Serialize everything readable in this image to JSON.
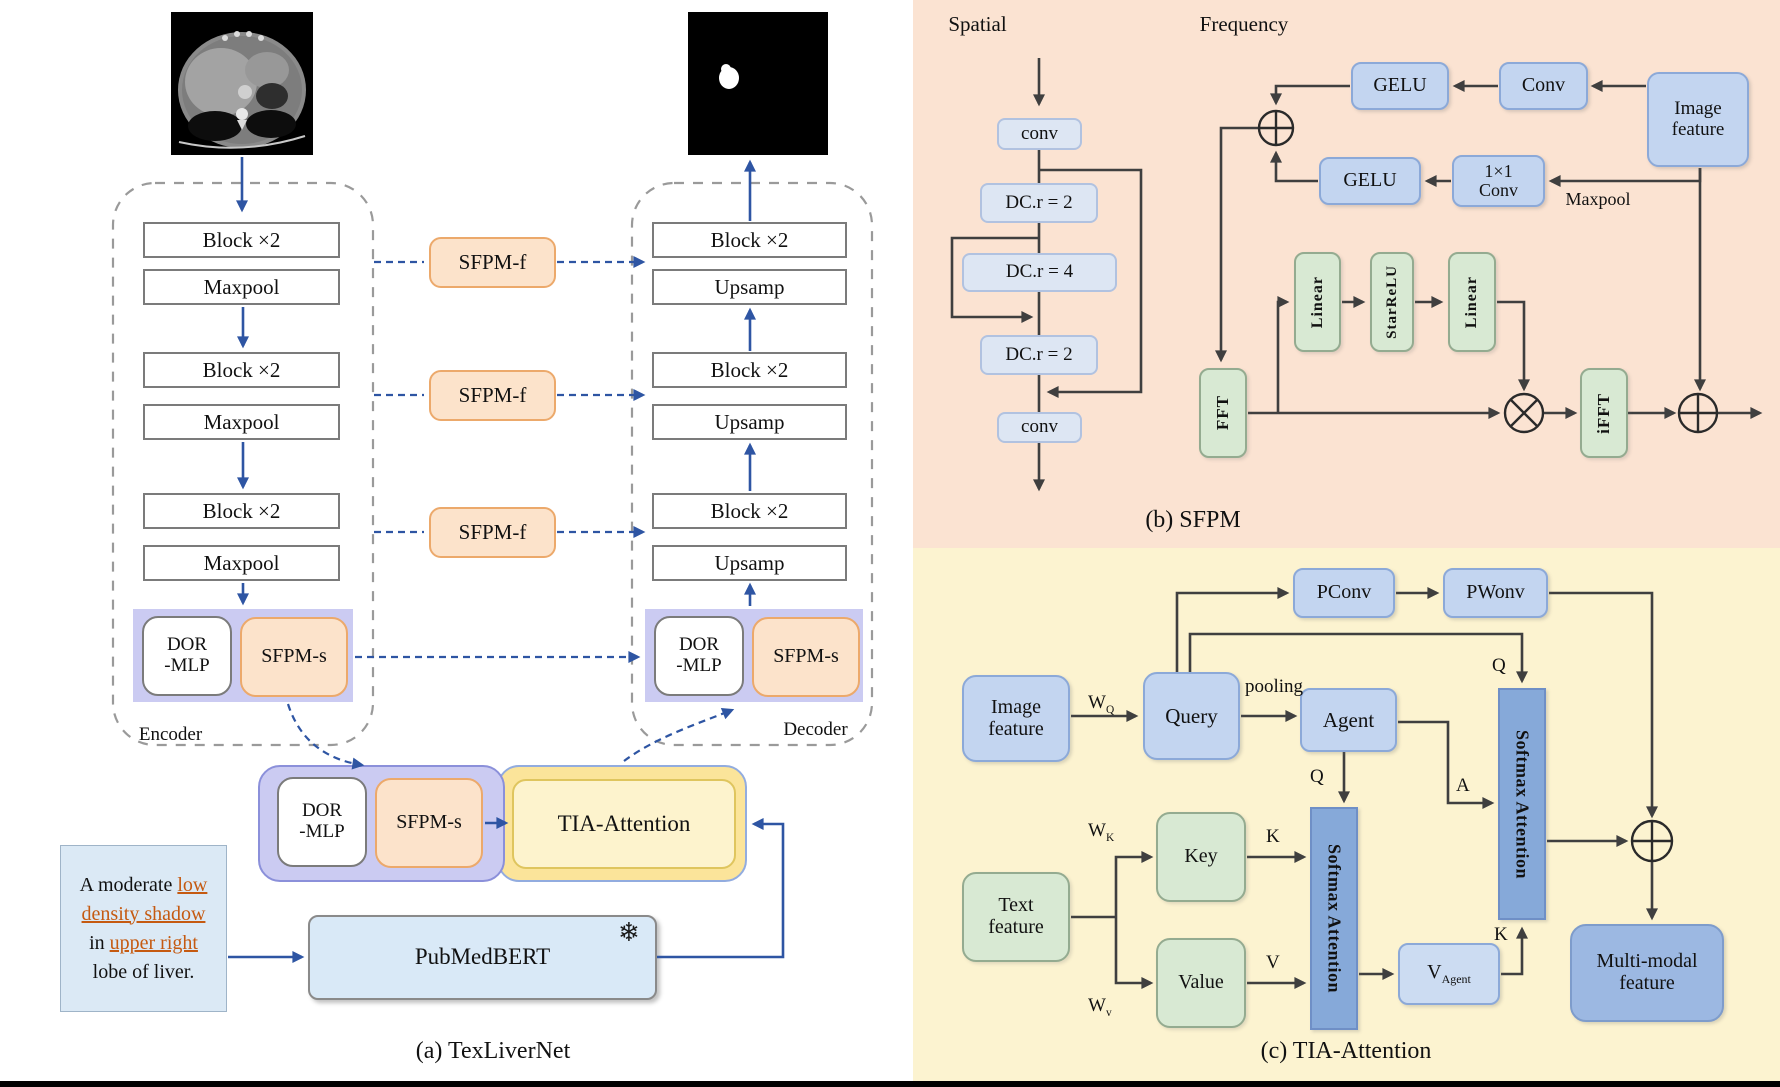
{
  "figure": {
    "caption_a": "(a) TexLiverNet",
    "caption_b": "(b) SFPM",
    "caption_c": "(c) TIA-Attention"
  },
  "colors": {
    "panel_b_bg": "#fbe3d2",
    "panel_c_bg": "#fcf3d0",
    "blue_arrow": "#2e55a3",
    "dark_line": "#3f3f3f",
    "orange_border": "#eca96b",
    "blue_box": "#c3d5f0",
    "green_box": "#d8e9d3",
    "purple_container": "#cbcbf2",
    "yellow_container": "#fbe49a"
  },
  "panel_a": {
    "encoder_label": "Encoder",
    "decoder_label": "Decoder",
    "block": "Block ×2",
    "maxpool": "Maxpool",
    "upsamp": "Upsamp",
    "sfpm_f": "SFPM-f",
    "sfpm_s": "SFPM-s",
    "dor_l1": "DOR",
    "dor_l2": "-MLP",
    "tia": "TIA-Attention",
    "pubmedbert": "PubMedBERT",
    "snowflake": "❄",
    "report_l1a": "A moderate ",
    "report_l1b": "low",
    "report_l2": "density shadow",
    "report_l3a": "in ",
    "report_l3b": "upper right",
    "report_l4": "lobe of liver."
  },
  "panel_b": {
    "spatial": "Spatial",
    "frequency": "Frequency",
    "conv_top": "conv",
    "dc_a": "DC.r = 2",
    "dc_b": "DC.r = 4",
    "dc_c": "DC.r = 2",
    "conv_bottom": "conv",
    "gelu_top": "GELU",
    "conv": "Conv",
    "image_feature_l1": "Image",
    "image_feature_l2": "feature",
    "gelu_bottom": "GELU",
    "conv1x1_l1": "1×1",
    "conv1x1_l2": "Conv",
    "maxpool": "Maxpool",
    "fft": "FFT",
    "linear_a": "Linear",
    "starrelu": "StarReLU",
    "linear_b": "Linear",
    "ifft": "iFFT"
  },
  "panel_c": {
    "pconv": "PConv",
    "pwonv": "PWonv",
    "image_feature_l1": "Image",
    "image_feature_l2": "feature",
    "query": "Query",
    "agent": "Agent",
    "pooling": "pooling",
    "softmax_left": "Softmax Attention",
    "softmax_right": "Softmax Attention",
    "text_feature_l1": "Text",
    "text_feature_l2": "feature",
    "key": "Key",
    "value": "Value",
    "v_agent_base": "V",
    "v_agent_sub": "Agent",
    "multimodal_l1": "Multi-modal",
    "multimodal_l2": "feature",
    "w_q_base": "W",
    "w_q_sub": "Q",
    "w_k_base": "W",
    "w_k_sub": "K",
    "w_v_base": "W",
    "w_v_sub": "v",
    "q_top": "Q",
    "q_agent": "Q",
    "a_label": "A",
    "k_key": "K",
    "v_value": "V",
    "k_vagent": "K"
  }
}
